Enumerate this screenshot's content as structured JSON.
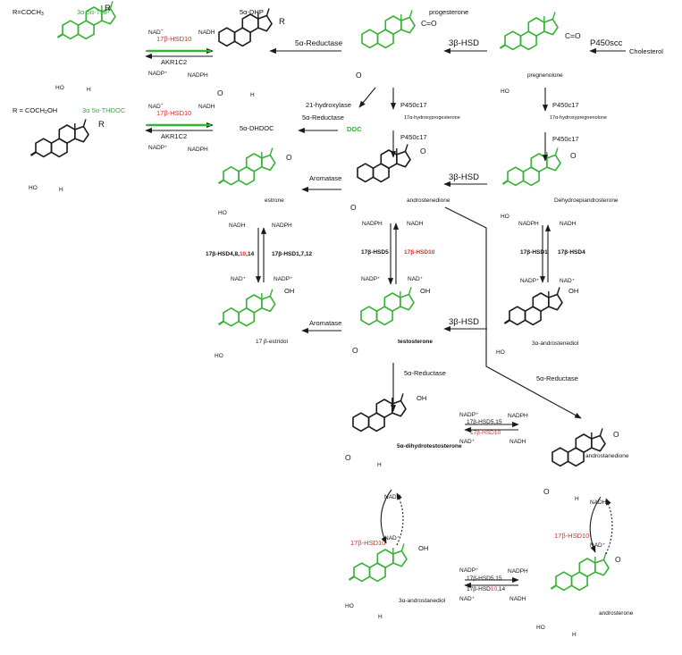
{
  "colors": {
    "ink": "#1a1a1a",
    "green": "#33b233",
    "red": "#e02828"
  },
  "steroids": [
    {
      "key": "thp",
      "label_prefix": "",
      "label_main": "3α 5α-THP",
      "legend": "R=COCH",
      "legend_sub": "3",
      "label_color": "green"
    },
    {
      "key": "thdoc",
      "label_prefix": "",
      "label_main": "3α 5α-THDOC",
      "legend": "R = COCH",
      "legend_sub": "2",
      "legend_end": "OH",
      "label_color": "green"
    },
    {
      "key": "dhp",
      "label": "5α-DHP"
    },
    {
      "key": "prog",
      "label": "progesterone"
    },
    {
      "key": "preg",
      "label": "pregnenolone"
    },
    {
      "key": "dhdoc",
      "label": "5α-DHDOC"
    },
    {
      "key": "doc",
      "label": "DOC"
    },
    {
      "key": "ohp",
      "label": "17α-hydroxyprogesterone"
    },
    {
      "key": "ohpreg",
      "label": "17α-hydroxypregnenolone"
    },
    {
      "key": "estrone",
      "label": "estrone"
    },
    {
      "key": "andro",
      "label": "androstenedione"
    },
    {
      "key": "dhea",
      "label": "Dehydroepiandrosterone"
    },
    {
      "key": "estradiol",
      "label": "17 β-estridol"
    },
    {
      "key": "testo",
      "label": "testosterone"
    },
    {
      "key": "adiol",
      "label": "3α-androstenediol"
    },
    {
      "key": "dht",
      "label": "5α-dihydrotestosterone"
    },
    {
      "key": "adione",
      "label": "androstanedione"
    },
    {
      "key": "adiol2",
      "label": "3α-androstanediol"
    },
    {
      "key": "androsterone",
      "label": "androsterone"
    }
  ],
  "substituents": {
    "R": "R",
    "O": "O",
    "HO": "HO",
    "H": "H",
    "OH": "OH",
    "C": "C",
    "eq": "=O"
  },
  "enzymes": {
    "p450scc": "P450scc",
    "cholesterol": "Cholesterol",
    "hsd3b": "3β-HSD",
    "reductase": "5α-Reductase",
    "reductase_small": "5α-Reductase",
    "hydroxylase": "21-hydroxylase",
    "p450c17": "P450c17",
    "aromatase": "Aromatase",
    "hsd17b10": "17β-HSD10",
    "akr1c2": "AKR1C2",
    "hsd5": "17β-HSD5",
    "hsd1": "17β-HSD1",
    "hsd4": "17β-HSD4",
    "hsd4_8_prefix": "17β-HSD4,8,",
    "hsd4_8_red": "10",
    "hsd4_8_suffix": ",14",
    "hsd1_7_12": "17β-HSD1,7,12",
    "hsd5_15": "17β-HSD5,15",
    "hsd10_14_prefix": "17β-HSD",
    "hsd10_14_red": "10",
    "hsd10_14_suffix": ",14"
  },
  "cofactors": {
    "nad_plus": "NAD",
    "plus": "+",
    "nadh": "NADH",
    "nadp_plus": "NADP",
    "nadph": "NADPH",
    "nad_prime": "NAD⁺",
    "nadp_prime": "NADP⁺"
  }
}
